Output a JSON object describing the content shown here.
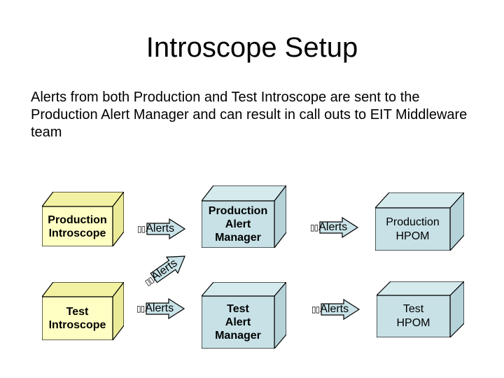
{
  "slide": {
    "title": "Introscope Setup",
    "body_lines": [
      "Alerts from both Production and Test Introscope are sent to the",
      "Production Alert Manager and can result in call outs to EIT Middleware",
      "team"
    ]
  },
  "colors": {
    "yellow_front": "#FFFFC4",
    "yellow_top": "#F2F2A2",
    "yellow_side": "#EBEB97",
    "blue_front": "#C7E1E6",
    "blue_top": "#D5EAED",
    "blue_side": "#B5D2D9",
    "arrow_fill": "#C9E3E8",
    "outline": "#000000"
  },
  "diagram": {
    "nodes": [
      {
        "id": "production-introscope",
        "lines": [
          "Production",
          "Introscope"
        ]
      },
      {
        "id": "test-introscope",
        "lines": [
          "Test",
          "Introscope"
        ]
      },
      {
        "id": "production-alert-manager",
        "lines": [
          "Production",
          "Alert",
          "Manager"
        ]
      },
      {
        "id": "test-alert-manager",
        "lines": [
          "Test",
          "Alert",
          "Manager"
        ]
      },
      {
        "id": "production-hpom",
        "lines": [
          "Production",
          "HPOM"
        ]
      },
      {
        "id": "test-hpom",
        "lines": [
          "Test",
          "HPOM"
        ]
      }
    ],
    "arrow_label_prefix": "▯▯",
    "arrow_label": "Alerts"
  }
}
